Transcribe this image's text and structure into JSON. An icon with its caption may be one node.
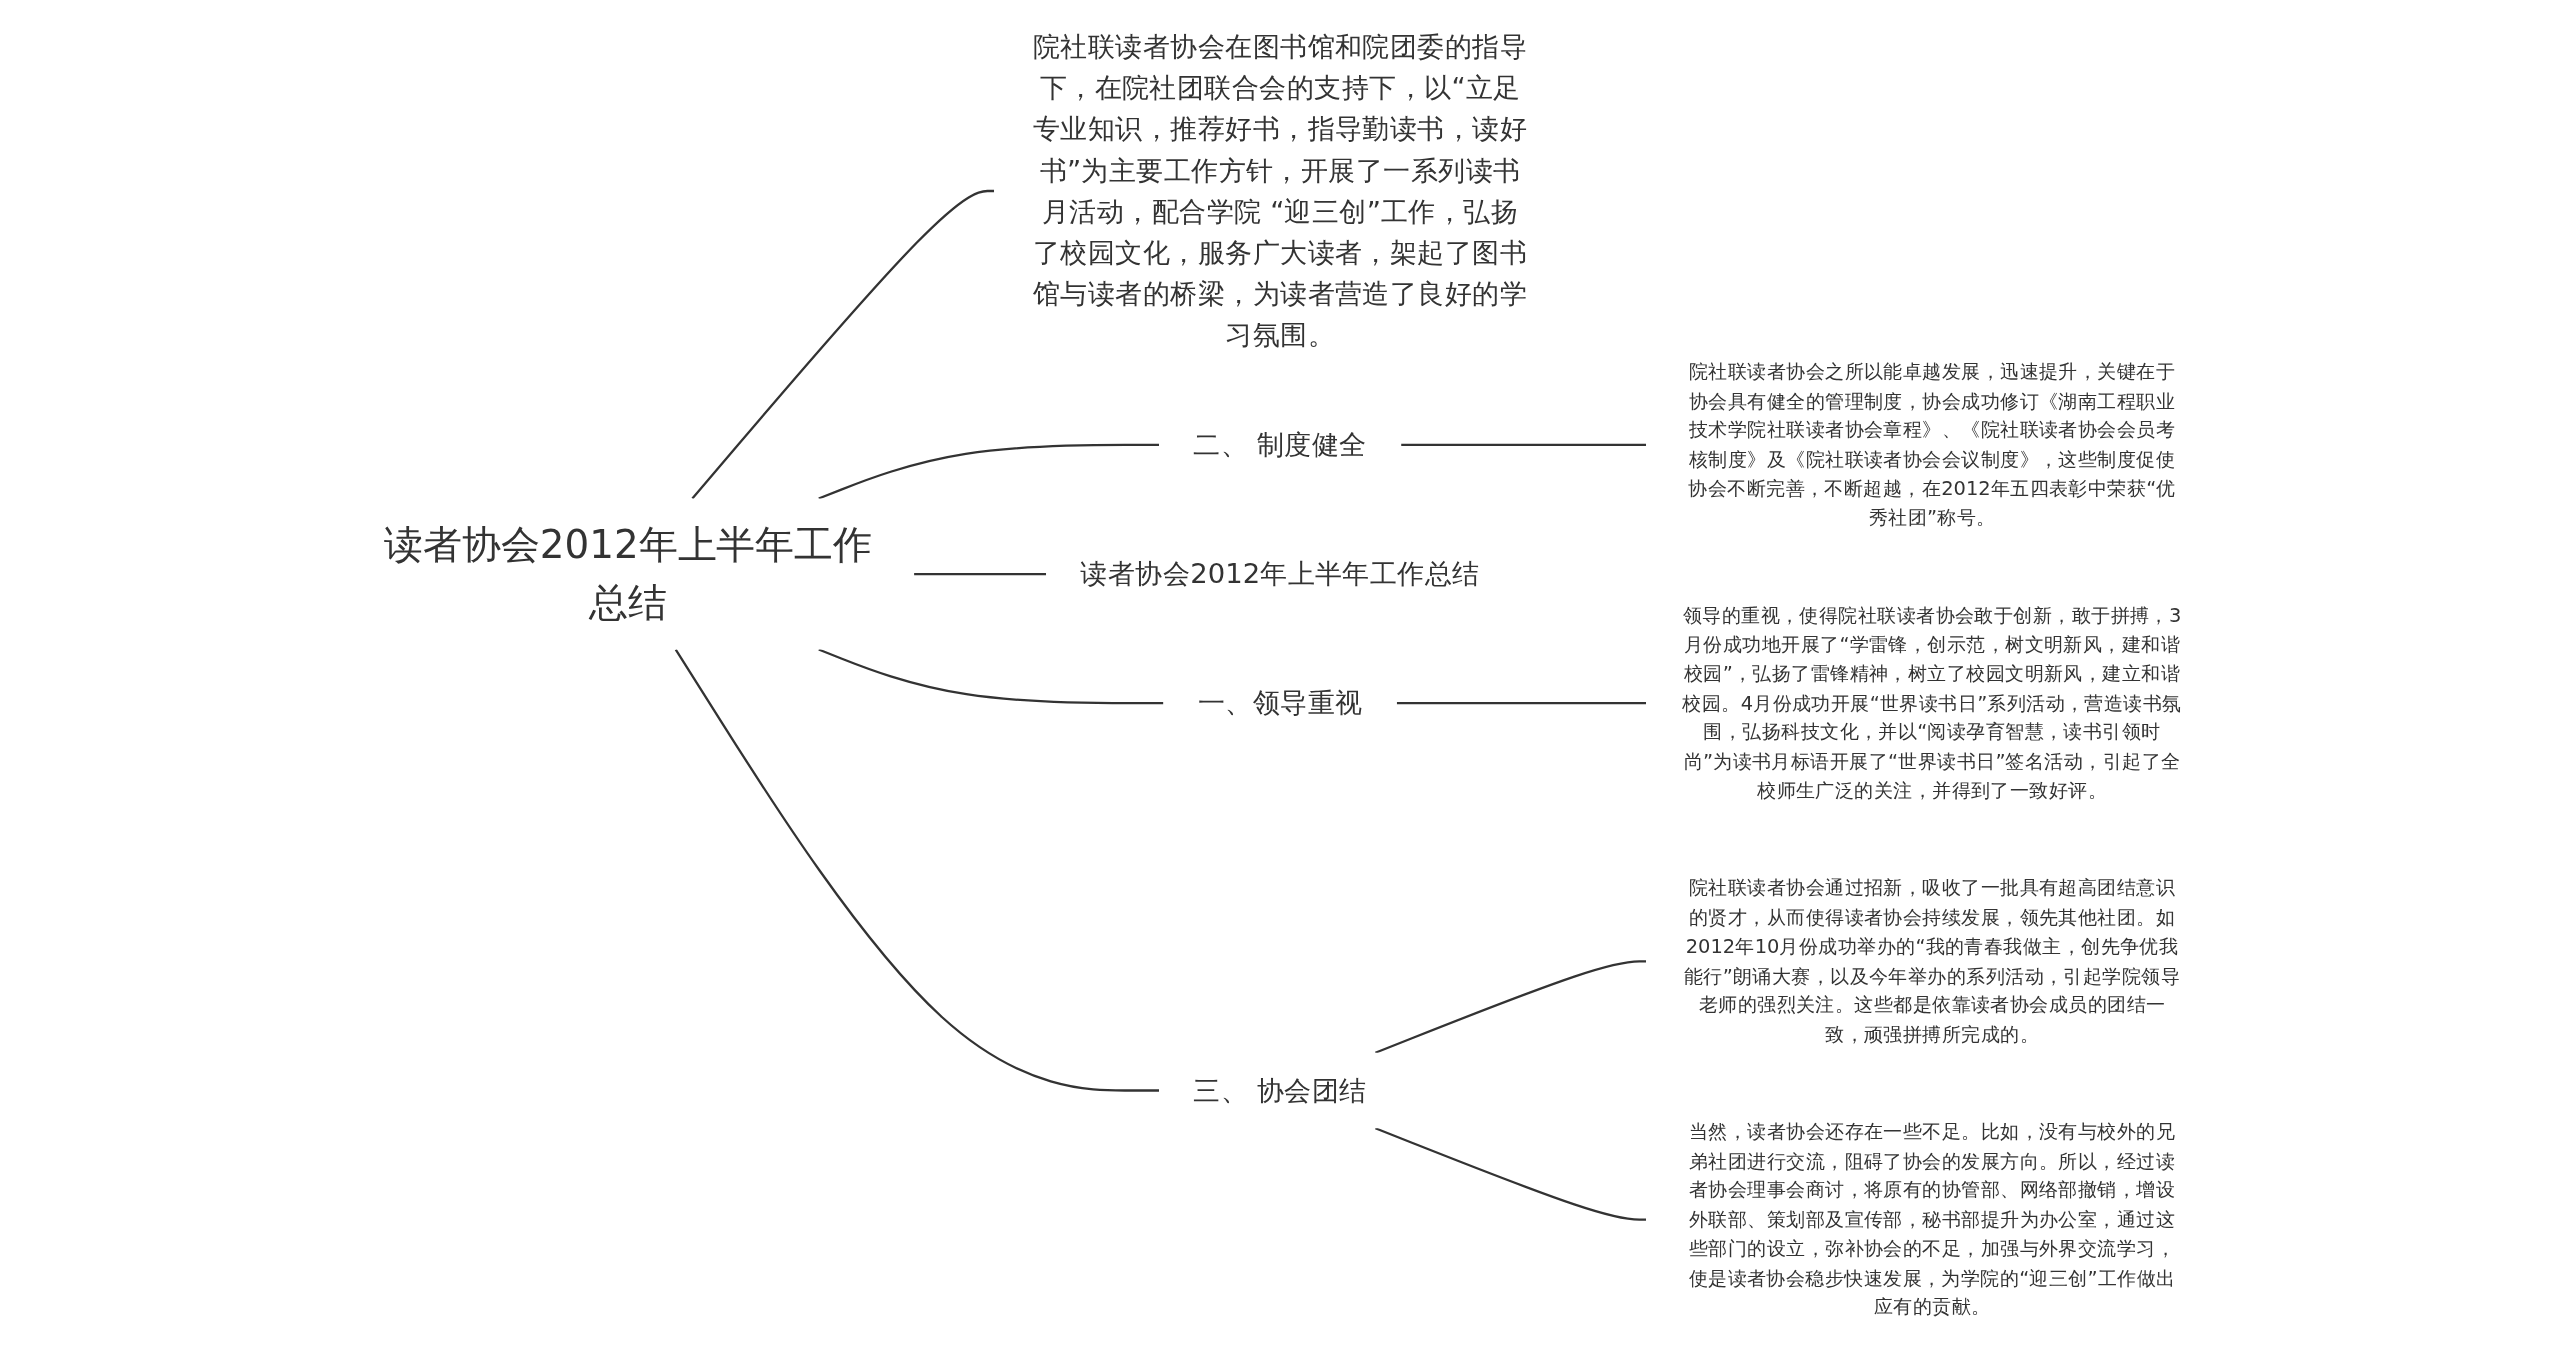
{
  "diagram": {
    "nodes": [
      {
        "text": [
          "读者协会2012年上半年工作总结"
        ]
      },
      {
        "text": [
          "院社联读者协会在图书馆和院团委的指导下，在院社团联合会的支持下，以“立足专业知识，推荐好书，指导勤读书，读好书”为主要工作方针，开展了一系列读书月活动，配合学院 “迎三创”工作，弘扬了校园文化，服务广大读者，架起了图书馆与读者的桥梁，为读者营造了良好的学习氛围。"
        ]
      },
      {
        "text": [
          "二、 制度健全"
        ]
      },
      {
        "text": [
          "院社联读者协会之所以能卓越发展，迅速提升，关键在于协会具有健全的管理制度，协会成功修订《湖南工程职业技术学院社联读者协会章程》、《院社联读者协会会员考核制度》及《院社联读者协会会议制度》，这些制度促使协会不断完善，不断超越，在2012年五四表彰中荣获“优秀社团”称号。"
        ]
      },
      {
        "text": [
          "读者协会2012年上半年工作总结"
        ]
      },
      {
        "text": [
          "一、领导重视"
        ]
      },
      {
        "text": [
          "领导的重视，使得院社联读者协会敢于创新，敢于拼搏，3月份成功地开展了“学雷锋，创示范，树文明新风，建和谐校园”，弘扬了雷锋精神，树立了校园文明新风，建立和谐校园。4月份成功开展“世界读书日”系列活动，营造读书氛围，弘扬科技文化，并以“阅读孕育智慧，读书引领时尚”为读书月标语开展了“世界读书日”签名活动，引起了全校师生广泛的关注，并得到了一致好评。"
        ]
      },
      {
        "text": [
          "三、 协会团结"
        ]
      },
      {
        "text": [
          "院社联读者协会通过招新，吸收了一批具有超高团结意识的贤才，从而使得读者协会持续发展，领先其他社团。如2012年10月份成功举办的“我的青春我做主，创先争优我能行”朗诵大赛，以及今年举办的系列活动，引起学院领导老师的强烈关注。这些都是依靠读者协会成员的团结一致，顽强拼搏所完成的。"
        ]
      },
      {
        "text": [
          "当然，读者协会还存在一些不足。比如，没有与校外的兄弟社团进行交流，阻碍了协会的发展方向。所以，经过读者协会理事会商讨，将原有的协管部、网络部撤销，增设外联部、策划部及宣传部，秘书部提升为办公室，通过这些部门的设立，弥补协会的不足，加强与外界交流学习，使是读者协会稳步快速发展，为学院的“迎三创”工作做出应有的贡献。"
        ]
      }
    ],
    "edges": [
      {
        "from": 0,
        "to": 1,
        "arrow": "none"
      },
      {
        "from": 0,
        "to": 2,
        "arrow": "none"
      },
      {
        "from": 2,
        "to": 3,
        "arrow": "none"
      },
      {
        "from": 0,
        "to": 4,
        "arrow": "none"
      },
      {
        "from": 0,
        "to": 5,
        "arrow": "none"
      },
      {
        "from": 5,
        "to": 6,
        "arrow": "none"
      },
      {
        "from": 0,
        "to": 7,
        "arrow": "none"
      },
      {
        "from": 7,
        "to": 8,
        "arrow": "none"
      },
      {
        "from": 7,
        "to": 9,
        "arrow": "none"
      }
    ]
  }
}
